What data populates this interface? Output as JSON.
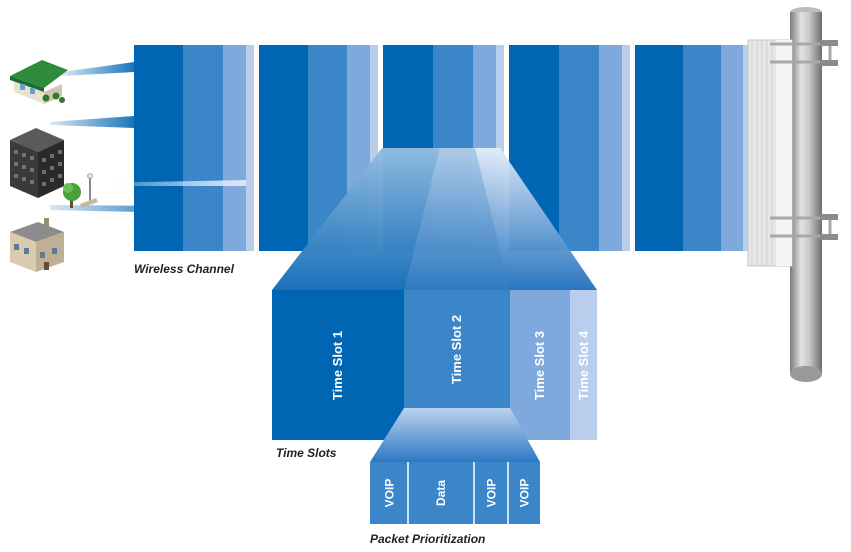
{
  "colors": {
    "slot1": "#0066b3",
    "slot2": "#3a86c8",
    "slot3": "#7fa9dc",
    "slot4": "#b9cdec",
    "funnel_top": "#dfeaf7",
    "funnel_bottom": "#1f6fbd",
    "pole": "#9a9a9a",
    "text_dark": "#222222"
  },
  "labels": {
    "wireless_channel": "Wireless Channel",
    "time_slots": "Time Slots",
    "packet_prioritization": "Packet Prioritization"
  },
  "time_slots": [
    {
      "label": "Time Slot 1",
      "color_key": "slot1"
    },
    {
      "label": "Time Slot 2",
      "color_key": "slot2"
    },
    {
      "label": "Time Slot 3",
      "color_key": "slot3"
    },
    {
      "label": "Time Slot 4",
      "color_key": "slot4"
    }
  ],
  "packets": [
    {
      "label": "VOIP"
    },
    {
      "label": "Data"
    },
    {
      "label": "VOIP"
    },
    {
      "label": "VOIP"
    }
  ],
  "icons": [
    "store-building-icon",
    "office-building-icon",
    "tree-icon",
    "street-lamp-icon",
    "house-icon",
    "antenna-pole-icon"
  ]
}
